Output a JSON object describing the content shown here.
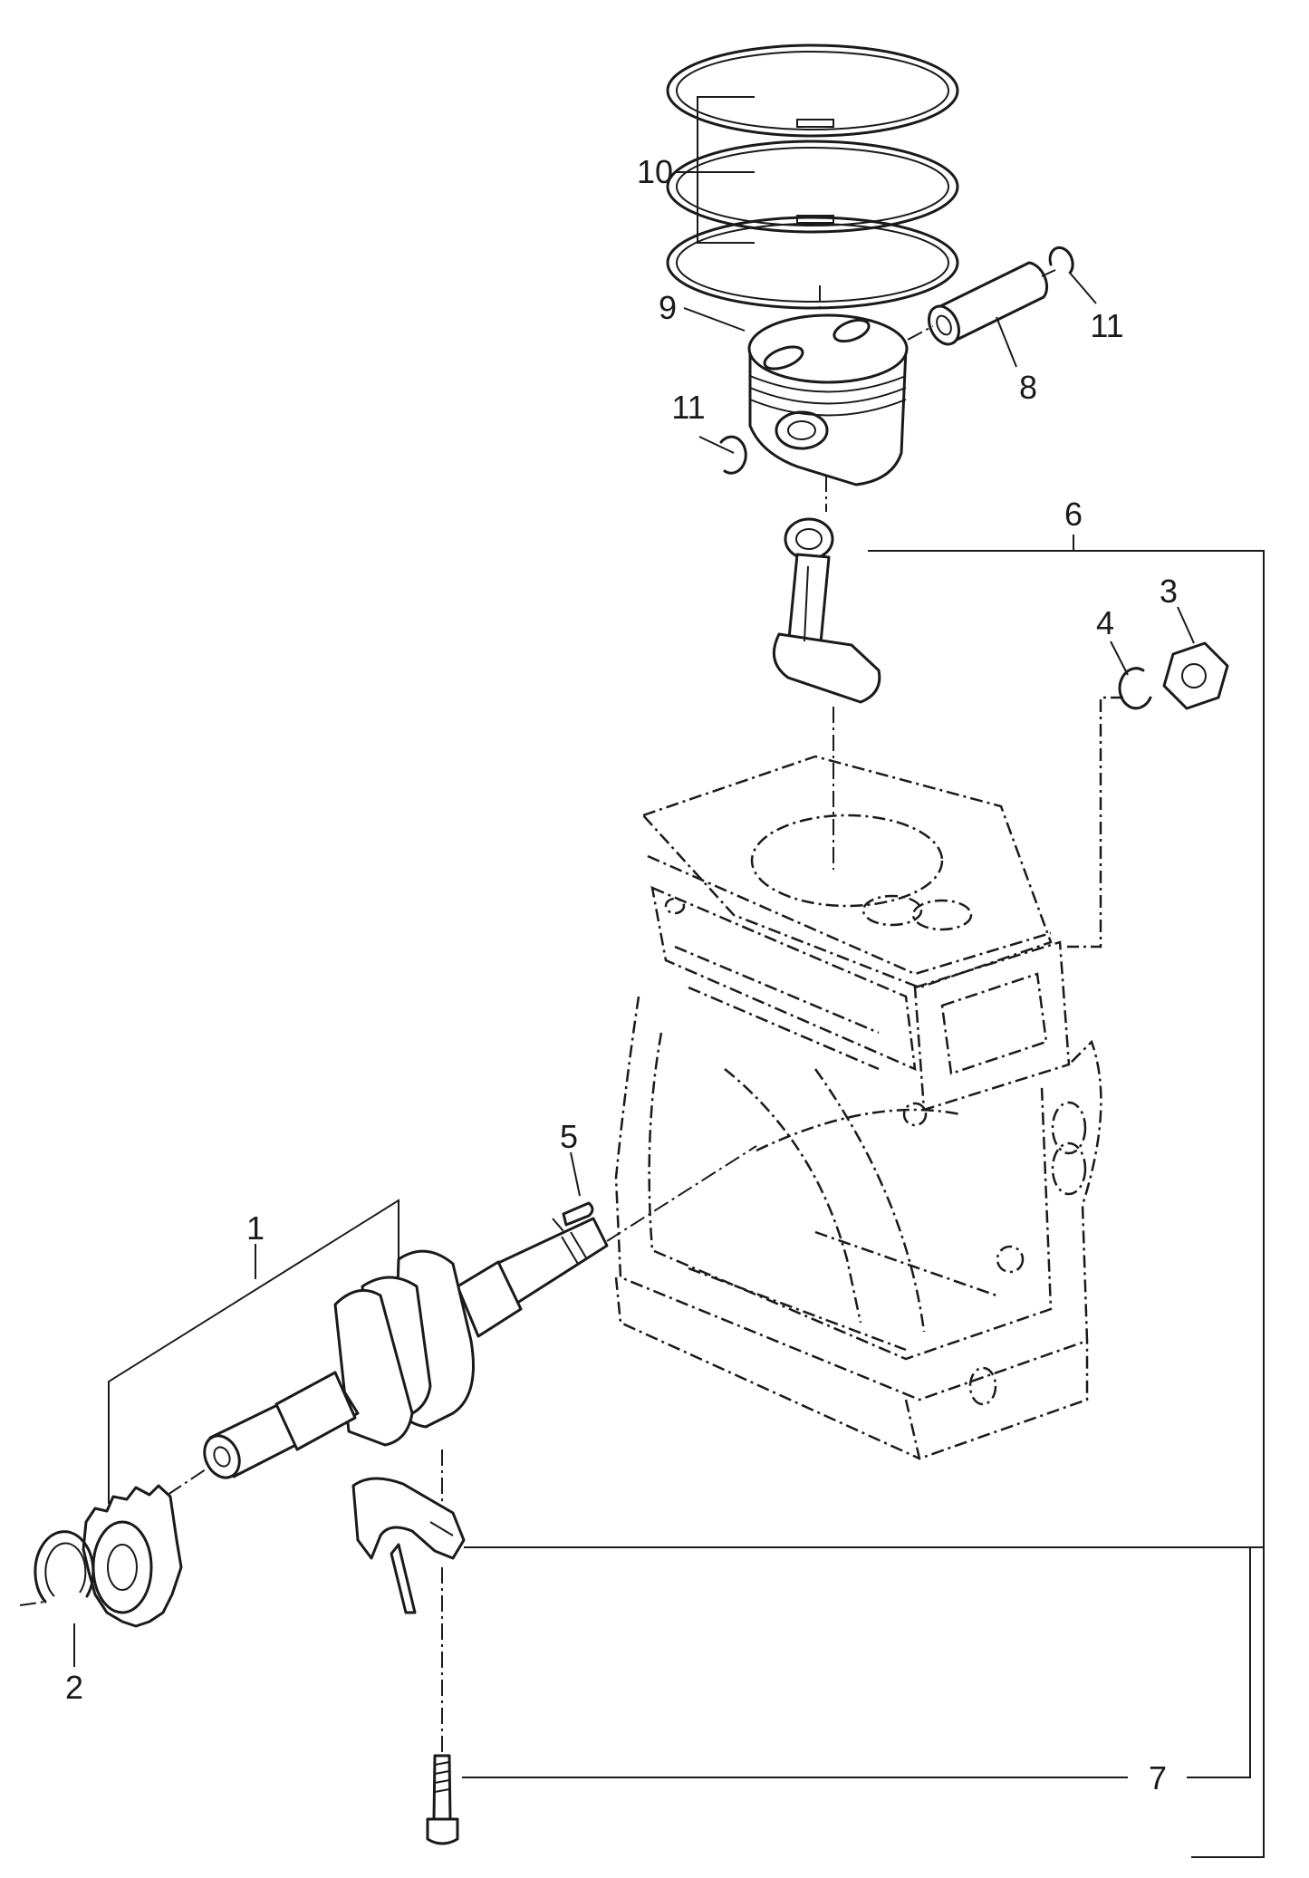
{
  "diagram": {
    "callouts": [
      {
        "id": "1",
        "label": "1",
        "part": "crankshaft"
      },
      {
        "id": "2",
        "label": "2",
        "part": "circlip"
      },
      {
        "id": "3",
        "label": "3",
        "part": "nut"
      },
      {
        "id": "4",
        "label": "4",
        "part": "washer"
      },
      {
        "id": "5",
        "label": "5",
        "part": "woodruff-key"
      },
      {
        "id": "6",
        "label": "6",
        "part": "connecting-rod-assembly"
      },
      {
        "id": "7",
        "label": "7",
        "part": "connecting-rod-bolt"
      },
      {
        "id": "8",
        "label": "8",
        "part": "piston-pin"
      },
      {
        "id": "9",
        "label": "9",
        "part": "piston"
      },
      {
        "id": "10",
        "label": "10",
        "part": "piston-rings"
      },
      {
        "id": "11a",
        "label": "11",
        "part": "piston-pin-clip-right"
      },
      {
        "id": "11b",
        "label": "11",
        "part": "piston-pin-clip-left"
      }
    ]
  }
}
